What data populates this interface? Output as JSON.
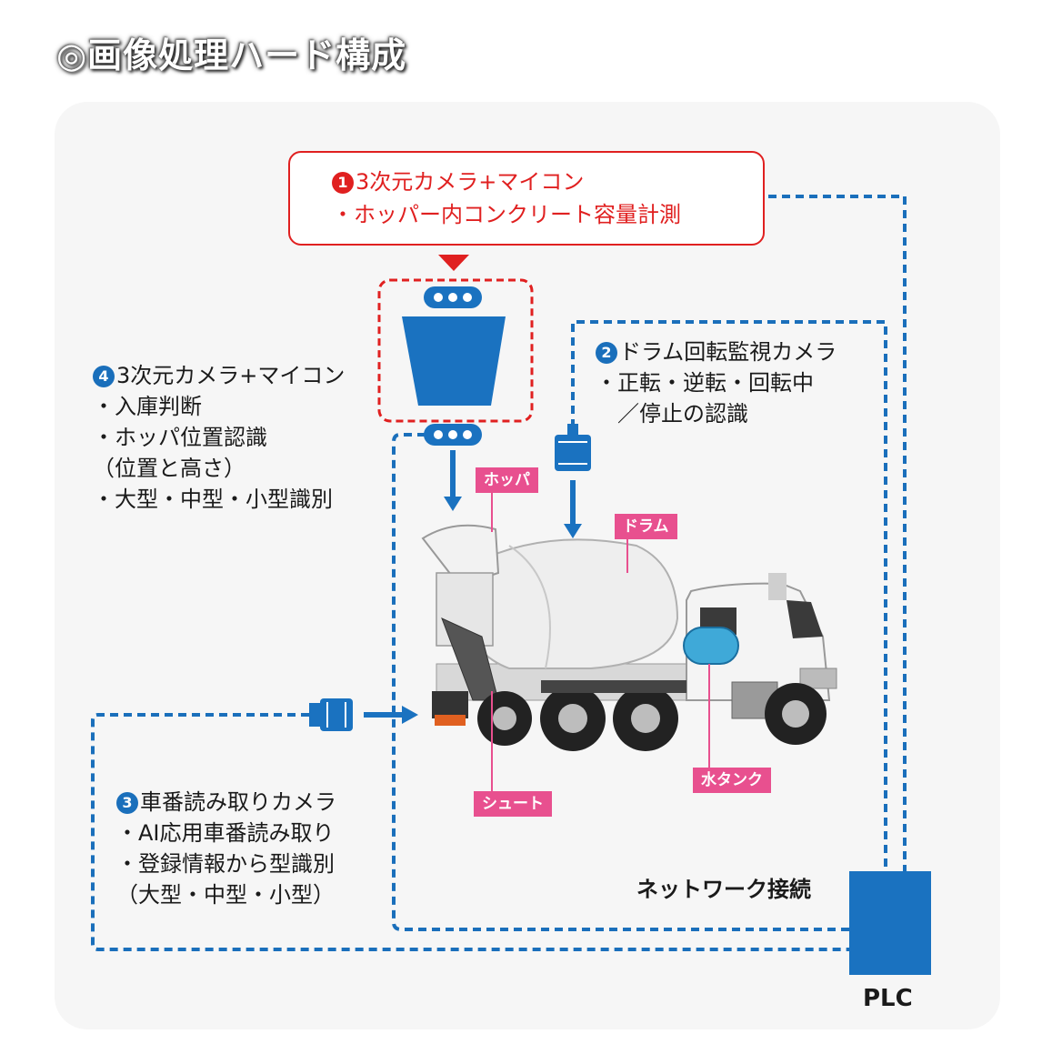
{
  "title": "◎画像処理ハード構成",
  "camera1": {
    "number": "1",
    "title": "3次元カメラ+マイコン",
    "items": [
      "・ホッパー内コンクリート容量計測"
    ]
  },
  "camera2": {
    "number": "2",
    "title": "ドラム回転監視カメラ",
    "items": [
      "・正転・逆転・回転中",
      "　／停止の認識"
    ]
  },
  "camera3": {
    "number": "3",
    "title": "車番読み取りカメラ",
    "items": [
      "・AI応用車番読み取り",
      "・登録情報から型識別",
      "（大型・中型・小型）"
    ]
  },
  "camera4": {
    "number": "4",
    "title": "3次元カメラ+マイコン",
    "items": [
      "・入庫判断",
      "・ホッパ位置認識",
      "（位置と高さ）",
      "・大型・中型・小型識別"
    ]
  },
  "truck_parts": {
    "hopper": "ホッパ",
    "drum": "ドラム",
    "chute": "シュート",
    "water_tank": "水タンク"
  },
  "network_label": "ネットワーク接続",
  "plc_label": "PLC",
  "colors": {
    "red": "#e02020",
    "blue": "#1a6fbb",
    "pink": "#e8508f"
  }
}
